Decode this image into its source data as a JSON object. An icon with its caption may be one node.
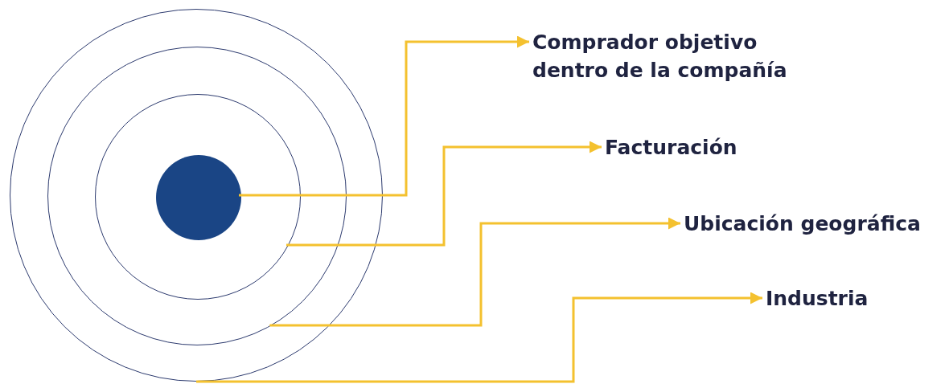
{
  "diagram": {
    "nodes": [
      {
        "text": [],
        "shape": "circle"
      },
      {
        "text": [],
        "shape": "circle",
        "in": 0
      },
      {
        "text": [],
        "shape": "circle",
        "in": 1
      },
      {
        "text": [],
        "shape": "circle",
        "in": 2
      },
      {
        "text": [
          "Comprador objetivo dentro de la compañía"
        ]
      },
      {
        "text": [
          "Facturación"
        ]
      },
      {
        "text": [
          "Ubicación geográfica"
        ]
      },
      {
        "text": [
          "Industria"
        ]
      }
    ],
    "edges": [
      {
        "from": 3,
        "to": 4,
        "arrow": "to"
      },
      {
        "from": 2,
        "to": 5,
        "arrow": "to"
      },
      {
        "from": 1,
        "to": 6,
        "arrow": "to"
      },
      {
        "from": 0,
        "to": 7,
        "arrow": "to"
      }
    ]
  }
}
